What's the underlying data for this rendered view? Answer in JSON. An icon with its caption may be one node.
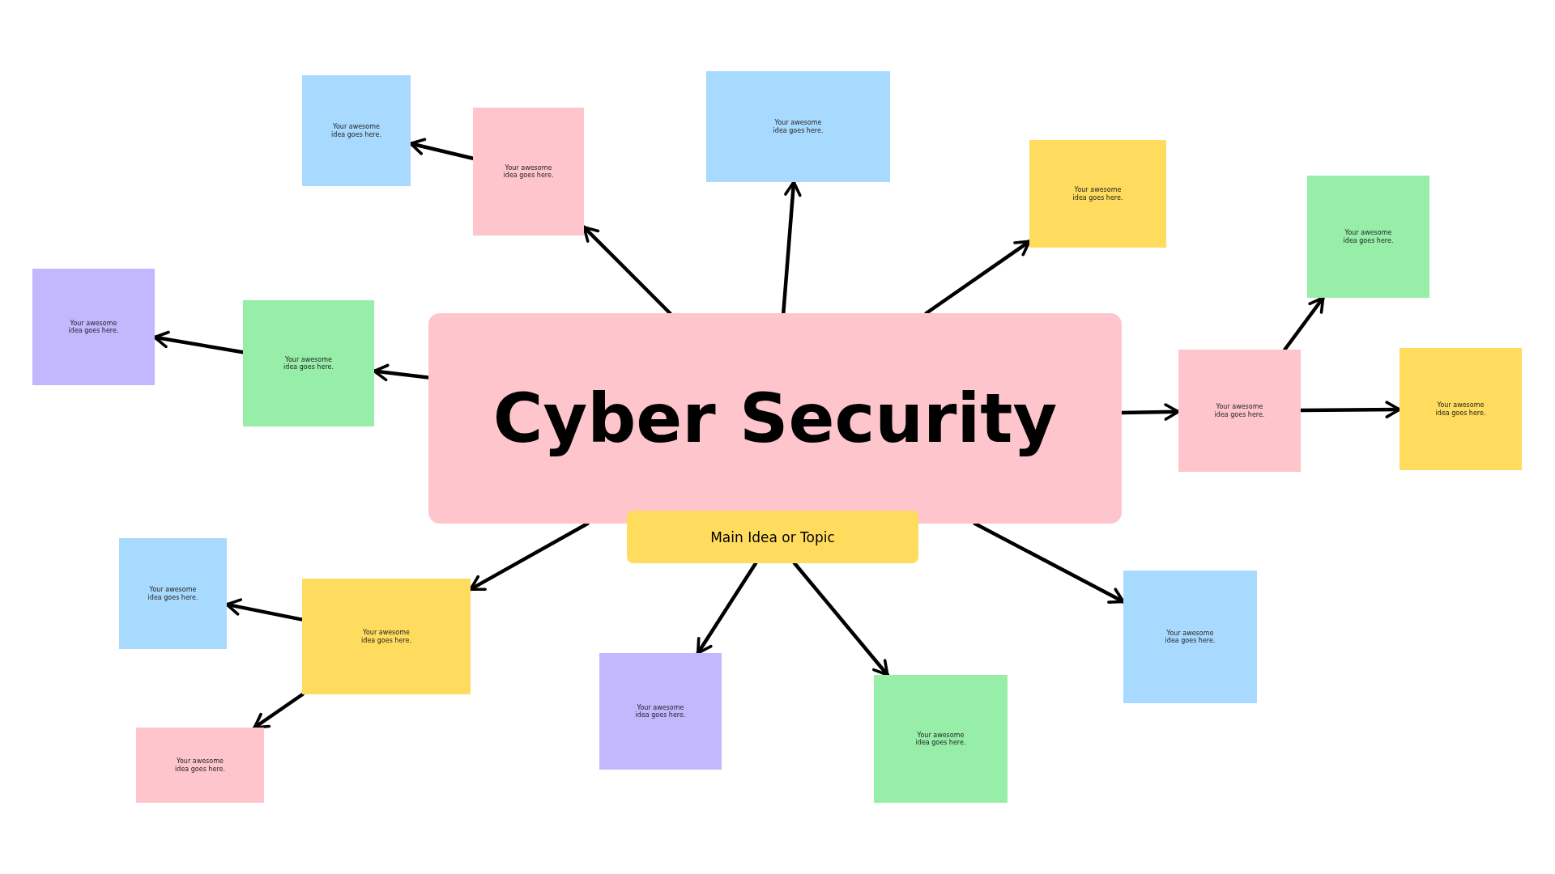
{
  "diagram": {
    "nodes": [
      {
        "text": [
          "Cyber Security"
        ]
      },
      {
        "text": [
          "Main Idea or Topic"
        ]
      },
      {
        "text": [
          "Your awesome idea goes here."
        ]
      },
      {
        "text": [
          "Your awesome idea goes here."
        ]
      },
      {
        "text": [
          "Your awesome idea goes here."
        ]
      },
      {
        "text": [
          "Your awesome idea goes here."
        ]
      },
      {
        "text": [
          "Your awesome idea goes here."
        ]
      },
      {
        "text": [
          "Your awesome idea goes here."
        ]
      },
      {
        "text": [
          "Your awesome idea goes here."
        ]
      },
      {
        "text": [
          "Your awesome idea goes here."
        ]
      },
      {
        "text": [
          "Your awesome idea goes here."
        ]
      },
      {
        "text": [
          "Your awesome idea goes here."
        ]
      },
      {
        "text": [
          "Your awesome idea goes here."
        ]
      },
      {
        "text": [
          "Your awesome idea goes here."
        ]
      },
      {
        "text": [
          "Your awesome idea goes here."
        ]
      },
      {
        "text": [
          "Your awesome idea goes here."
        ]
      },
      {
        "text": [
          "Your awesome idea goes here."
        ]
      }
    ],
    "edges": [
      {
        "from": 0,
        "to": 3,
        "arrow": "to"
      },
      {
        "from": 3,
        "to": 2,
        "arrow": "to"
      },
      {
        "from": 0,
        "to": 4,
        "arrow": "to"
      },
      {
        "from": 0,
        "to": 5,
        "arrow": "to"
      },
      {
        "from": 0,
        "to": 8,
        "arrow": "to"
      },
      {
        "from": 8,
        "to": 7,
        "arrow": "to"
      },
      {
        "from": 0,
        "to": 9,
        "arrow": "to"
      },
      {
        "from": 9,
        "to": 6,
        "arrow": "to"
      },
      {
        "from": 9,
        "to": 10,
        "arrow": "to"
      },
      {
        "from": 0,
        "to": 12,
        "arrow": "to"
      },
      {
        "from": 12,
        "to": 11,
        "arrow": "to"
      },
      {
        "from": 12,
        "to": 13,
        "arrow": "to"
      },
      {
        "from": 1,
        "to": 14,
        "arrow": "to"
      },
      {
        "from": 1,
        "to": 15,
        "arrow": "to"
      },
      {
        "from": 0,
        "to": 16,
        "arrow": "to"
      }
    ]
  }
}
